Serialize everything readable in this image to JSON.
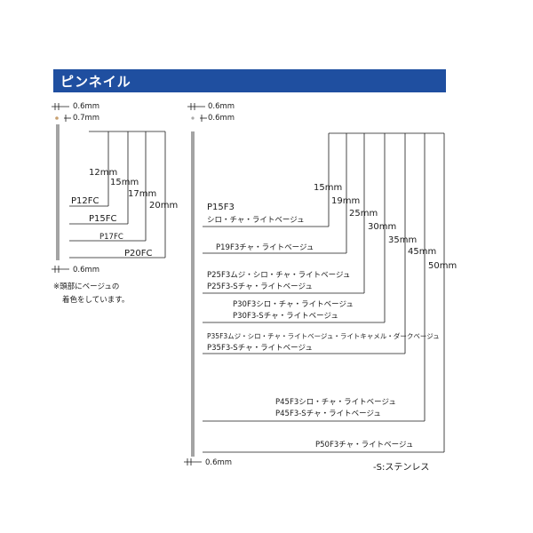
{
  "header": {
    "title": "ピンネイル"
  },
  "left": {
    "top_dim_1": "0.6mm",
    "top_dim_2": "0.7mm",
    "bottom_dim": "0.6mm",
    "lengths": [
      "12mm",
      "15mm",
      "17mm",
      "20mm"
    ],
    "models": [
      "P12FC",
      "P15FC",
      "P17FC",
      "P20FC"
    ],
    "note_line1": "※頭部にベージュの",
    "note_line2": "着色をしています。"
  },
  "right": {
    "top_dim_1": "0.6mm",
    "top_dim_2": "0.6mm",
    "bottom_dim": "0.6mm",
    "lengths": [
      "15mm",
      "19mm",
      "25mm",
      "30mm",
      "35mm",
      "45mm",
      "50mm"
    ],
    "models": {
      "p15_line1": "P15F3",
      "p15_line2": "シロ・チャ・ライトベージュ",
      "p19": "P19F3チャ・ライトベージュ",
      "p25_line1": "P25F3ムジ・シロ・チャ・ライトベージュ",
      "p25_line2": "P25F3-Sチャ・ライトベージュ",
      "p30_line1": "P30F3シロ・チャ・ライトベージュ",
      "p30_line2": "P30F3-Sチャ・ライトベージュ",
      "p35_line1": "P35F3ムジ・シロ・チャ・ライトベージュ・ライトキャメル・ダークベージュ",
      "p35_line2": "P35F3-Sチャ・ライトベージュ",
      "p45_line1": "P45F3シロ・チャ・ライトベージュ",
      "p45_line2": "P45F3-Sチャ・ライトベージュ",
      "p50": "P50F3チャ・ライトベージュ"
    },
    "legend": "-S:ステンレス"
  }
}
